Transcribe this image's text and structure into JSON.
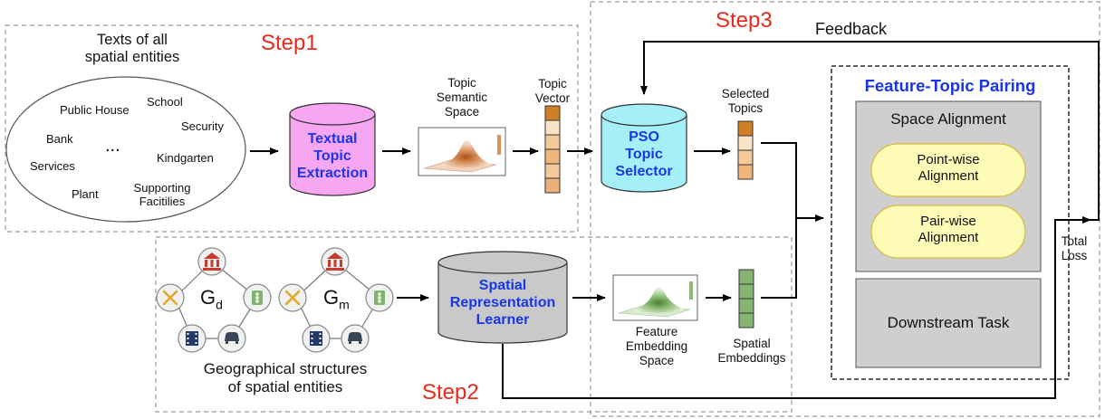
{
  "step1": {
    "step_label": "Step1",
    "texts_title": "Texts of all\nspatial entities",
    "entities": [
      "Public House",
      "School",
      "Security",
      "Bank",
      "...",
      "Kindgarten",
      "Services",
      "Plant",
      "Supporting\nFacitilies"
    ],
    "extraction_label": "Textual\nTopic\nExtraction",
    "semantic_space_label": "Topic\nSemantic\nSpace",
    "topic_vector_label": "Topic\nVector"
  },
  "step2": {
    "step_label": "Step2",
    "graph_d_label": "G",
    "graph_d_sub": "d",
    "graph_m_label": "G",
    "graph_m_sub": "m",
    "structures_label": "Geographical structures\nof spatial entities",
    "learner_label": "Spatial\nRepresentation\nLearner",
    "feature_space_label": "Feature\nEmbedding\nSpace",
    "spatial_embeddings_label": "Spatial\nEmbeddings"
  },
  "step3": {
    "step_label": "Step3",
    "feedback_label": "Feedback",
    "selector_label": "PSO\nTopic\nSelector",
    "selected_topics_label": "Selected\nTopics",
    "pairing_title": "Feature-Topic Pairing",
    "space_alignment_label": "Space Alignment",
    "point_wise_label": "Point-wise\nAlignment",
    "pair_wise_label": "Pair-wise\nAlignment",
    "downstream_label": "Downstream Task",
    "total_loss_label": "Total\nLoss"
  },
  "colors": {
    "step_red": "#e8291c",
    "blue_text": "#1a36e8",
    "extraction_fill": "#f7a6f2",
    "selector_fill": "#a5f0f8",
    "learner_fill": "#c9c9c9",
    "topic_cell": "#f5c99a",
    "topic_cell_dark": "#cf7f25",
    "embedding_cell": "#86b471",
    "alignment_fill": "#cfcfcf",
    "pill_fill": "#fdfbb6",
    "pill_stroke": "#d6b93a"
  },
  "icons": [
    "bank-icon",
    "utensils-icon",
    "traffic-light-icon",
    "film-icon",
    "car-icon"
  ]
}
